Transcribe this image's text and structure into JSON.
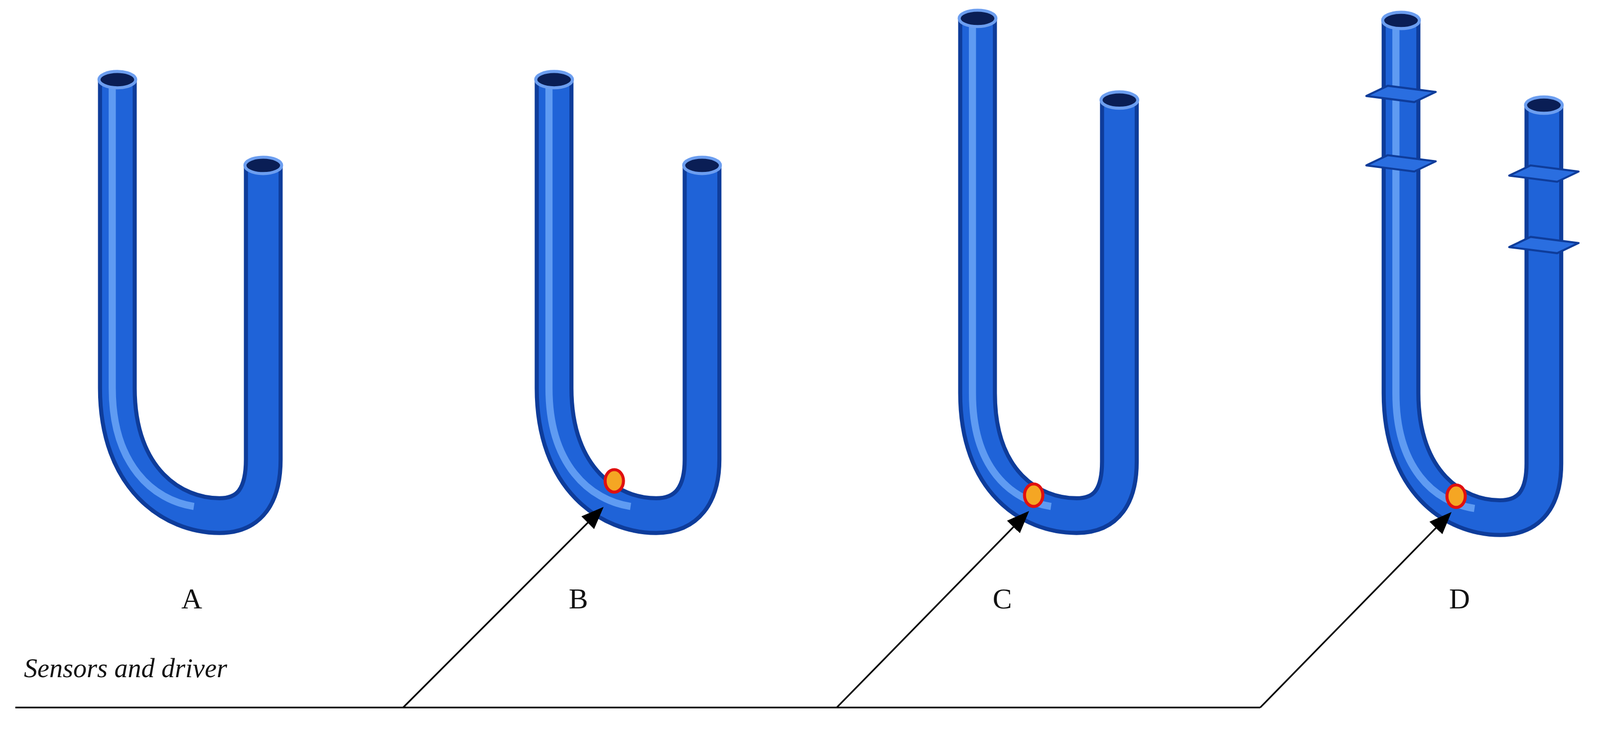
{
  "diagram": {
    "labels": [
      "A",
      "B",
      "C",
      "D",
      "Sensors and driver"
    ]
  }
}
